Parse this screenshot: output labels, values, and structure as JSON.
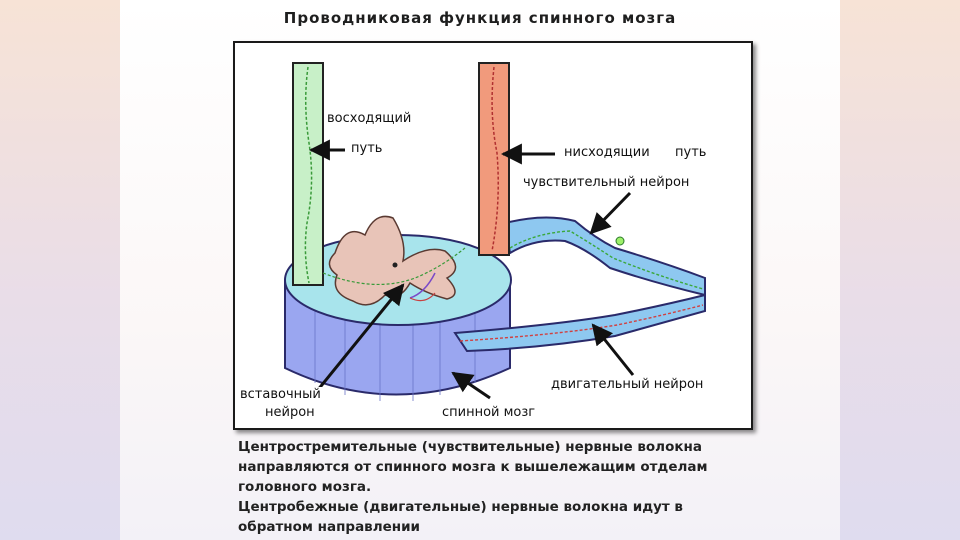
{
  "title": "Проводниковая функция спинного мозга",
  "diagram": {
    "labels": {
      "ascending_line1": "восходящий",
      "ascending_line2": "путь",
      "descending_line1": "нисходящии",
      "descending_line2": "путь",
      "sensory_neuron": "чувствительный нейрон",
      "motor_neuron": "двигательный нейрон",
      "interneuron_line1": "вставочный",
      "interneuron_line2": "нейрон",
      "spinal_cord": "спинной мозг"
    },
    "colors": {
      "ascending_tract": "#c8f0c8",
      "descending_tract": "#f19a7c",
      "cord_top": "#a8e4ec",
      "cord_side": "#9aa6f0",
      "grey_matter": "#e8c4b8",
      "nerve_root": "#8ec8f0"
    }
  },
  "caption": {
    "line1": "Центростремительные (чувствительные) нервные волокна",
    "line2": "направляются от спинного мозга к вышележащим отделам",
    "line3": "головного мозга.",
    "line4": "Центробежные (двигательные) нервные волокна идут в",
    "line5": "обратном направлении"
  }
}
